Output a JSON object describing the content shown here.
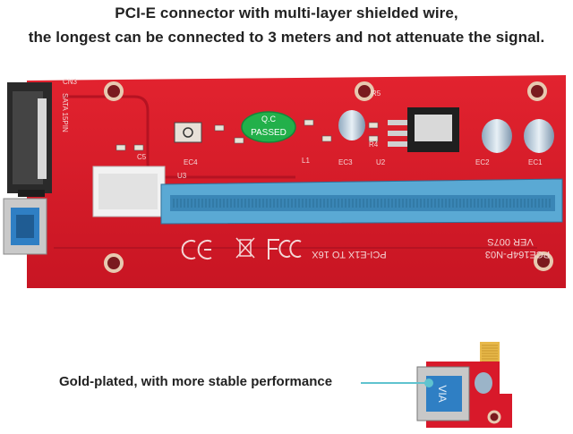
{
  "headline": {
    "line1": "PCI-E connector with multi-layer shielded wire,",
    "line2": "the longest can be connected to 3 meters and not attenuate the signal."
  },
  "board": {
    "qc_label_top": "Q.C",
    "qc_label_bottom": "PASSED",
    "silkscreen": {
      "sata": "SATA 15PIN",
      "cn3": "CN3",
      "ver": "VER 007S",
      "model": "PCE164P-N03",
      "pcie": "PCI-E1X TO 16X",
      "c5": "C5",
      "ec4": "EC4",
      "l1": "L1",
      "ec3": "EC3",
      "u2": "U2",
      "ec2": "EC2",
      "ec1": "EC1",
      "u3": "U3",
      "r5": "R5",
      "r4": "R4"
    },
    "colors": {
      "pcb": "#d8192a",
      "slot": "#5aa9d4",
      "usb": "#2f7fc4",
      "qc_badge": "#22b04a"
    }
  },
  "caption": "Gold-plated, with more stable performance",
  "adapter": {
    "usb_text": "VIA"
  }
}
